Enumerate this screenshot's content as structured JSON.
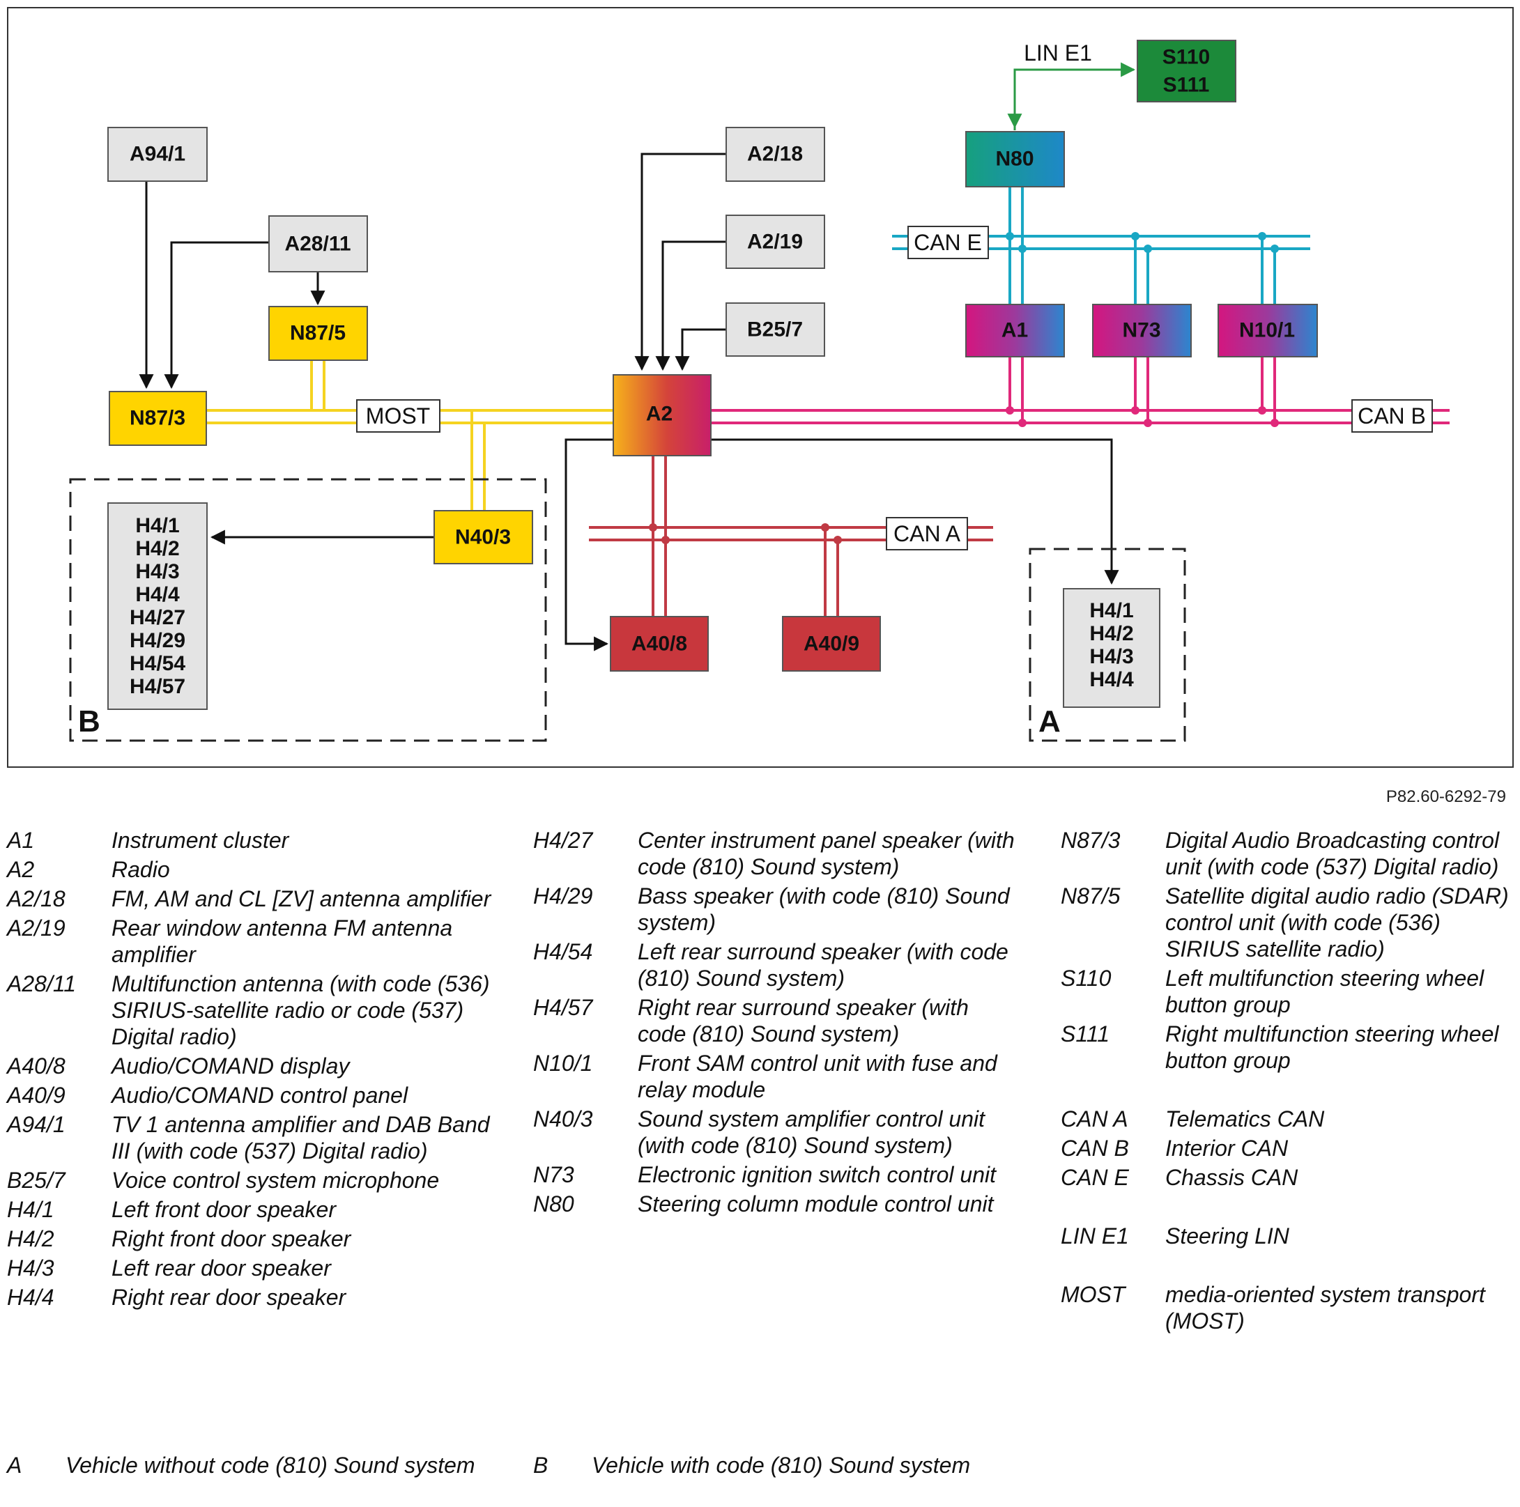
{
  "diagram": {
    "nodes": {
      "A94_1": "A94/1",
      "A28_11": "A28/11",
      "N87_5": "N87/5",
      "N87_3": "N87/3",
      "A2_18": "A2/18",
      "A2_19": "A2/19",
      "B25_7": "B25/7",
      "A2": "A2",
      "N80": "N80",
      "S110": "S110",
      "S111": "S111",
      "A1": "A1",
      "N73": "N73",
      "N10_1": "N10/1",
      "N40_3": "N40/3",
      "A40_8": "A40/8",
      "A40_9": "A40/9"
    },
    "buses": {
      "most": "MOST",
      "can_a": "CAN A",
      "can_b": "CAN B",
      "can_e": "CAN E",
      "lin_e1": "LIN E1"
    },
    "region_b": {
      "label": "B",
      "speakers": [
        "H4/1",
        "H4/2",
        "H4/3",
        "H4/4",
        "H4/27",
        "H4/29",
        "H4/54",
        "H4/57"
      ]
    },
    "region_a": {
      "label": "A",
      "speakers": [
        "H4/1",
        "H4/2",
        "H4/3",
        "H4/4"
      ]
    },
    "colors": {
      "yellow": "#FFD400",
      "grey": "#E4E4E4",
      "green_dark": "#1C8A3A",
      "teal": "#16A0A6",
      "can_e_line": "#19A7C4",
      "can_b_line": "#E0287A",
      "can_a_line": "#C03A44",
      "most_line": "#F5D320",
      "dark_red": "#C8373D",
      "magenta": "#D21E7F",
      "blue": "#2A8FD0"
    }
  },
  "figure_code": "P82.60-6292-79",
  "legend": {
    "col1": [
      {
        "code": "A1",
        "desc": "Instrument cluster"
      },
      {
        "code": "A2",
        "desc": "Radio"
      },
      {
        "code": "A2/18",
        "desc": "FM, AM and CL [ZV] antenna amplifier"
      },
      {
        "code": "A2/19",
        "desc": "Rear window antenna FM antenna amplifier"
      },
      {
        "code": "A28/11",
        "desc": "Multifunction antenna (with code (536) SIRIUS-satellite radio or code (537) Digital radio)"
      },
      {
        "code": "A40/8",
        "desc": "Audio/COMAND display"
      },
      {
        "code": "A40/9",
        "desc": "Audio/COMAND control panel"
      },
      {
        "code": "A94/1",
        "desc": "TV 1 antenna amplifier and DAB Band III (with code (537) Digital radio)"
      },
      {
        "code": "B25/7",
        "desc": "Voice control system microphone"
      },
      {
        "code": "H4/1",
        "desc": "Left front door speaker"
      },
      {
        "code": "H4/2",
        "desc": "Right front door speaker"
      },
      {
        "code": "H4/3",
        "desc": "Left rear door speaker"
      },
      {
        "code": "H4/4",
        "desc": "Right rear door speaker"
      }
    ],
    "col2": [
      {
        "code": "H4/27",
        "desc": "Center instrument panel speaker (with code (810) Sound system)"
      },
      {
        "code": "H4/29",
        "desc": "Bass speaker (with code (810) Sound system)"
      },
      {
        "code": "H4/54",
        "desc": "Left rear surround speaker (with code (810) Sound system)"
      },
      {
        "code": "H4/57",
        "desc": "Right rear surround speaker (with code (810) Sound system)"
      },
      {
        "code": "N10/1",
        "desc": "Front SAM control unit with fuse and relay module"
      },
      {
        "code": "N40/3",
        "desc": "Sound system amplifier control unit (with code (810) Sound system)"
      },
      {
        "code": "N73",
        "desc": "Electronic ignition switch control unit"
      },
      {
        "code": "N80",
        "desc": "Steering column module control unit"
      }
    ],
    "col3_units": [
      {
        "code": "N87/3",
        "desc": "Digital Audio Broadcasting control unit (with code (537) Digital radio)"
      },
      {
        "code": "N87/5",
        "desc": "Satellite digital audio radio (SDAR) control unit (with code (536) SIRIUS satellite radio)"
      },
      {
        "code": "S110",
        "desc": "Left multifunction steering wheel button group"
      },
      {
        "code": "S111",
        "desc": "Right multifunction steering wheel button group"
      }
    ],
    "col3_can": [
      {
        "code": "CAN A",
        "desc": "Telematics CAN"
      },
      {
        "code": "CAN B",
        "desc": "Interior CAN"
      },
      {
        "code": "CAN E",
        "desc": "Chassis CAN"
      }
    ],
    "col3_lin": [
      {
        "code": "LIN E1",
        "desc": "Steering LIN"
      }
    ],
    "col3_most": [
      {
        "code": "MOST",
        "desc": "media-oriented system transport (MOST)"
      }
    ]
  },
  "variants": {
    "a": {
      "code": "A",
      "desc": "Vehicle without code (810) Sound system"
    },
    "b": {
      "code": "B",
      "desc": "Vehicle with code (810) Sound system"
    }
  }
}
